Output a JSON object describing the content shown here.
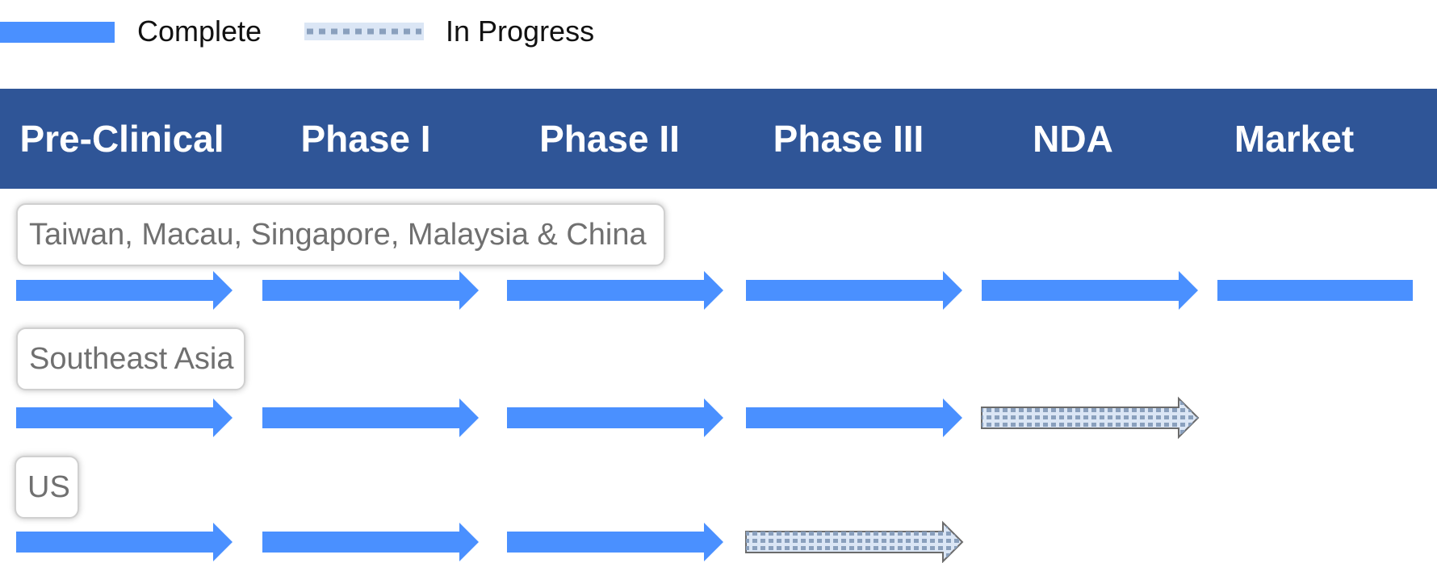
{
  "legend": {
    "complete": {
      "label": "Complete",
      "color": "#4a90ff"
    },
    "in_progress": {
      "label": "In Progress",
      "color": "#dbe6f5",
      "pattern_color": "#8aa0bd"
    }
  },
  "header": {
    "background": "#2f5597",
    "phases": [
      "Pre-Clinical",
      "Phase I",
      "Phase II",
      "Phase III",
      "NDA",
      "Market"
    ]
  },
  "regions": [
    {
      "name": "Taiwan, Macau, Singapore, Malaysia & China",
      "stages": [
        "complete",
        "complete",
        "complete",
        "complete",
        "complete",
        "complete"
      ]
    },
    {
      "name": "Southeast Asia",
      "stages": [
        "complete",
        "complete",
        "complete",
        "complete",
        "in_progress"
      ]
    },
    {
      "name": "US",
      "stages": [
        "complete",
        "complete",
        "complete",
        "in_progress"
      ]
    }
  ]
}
